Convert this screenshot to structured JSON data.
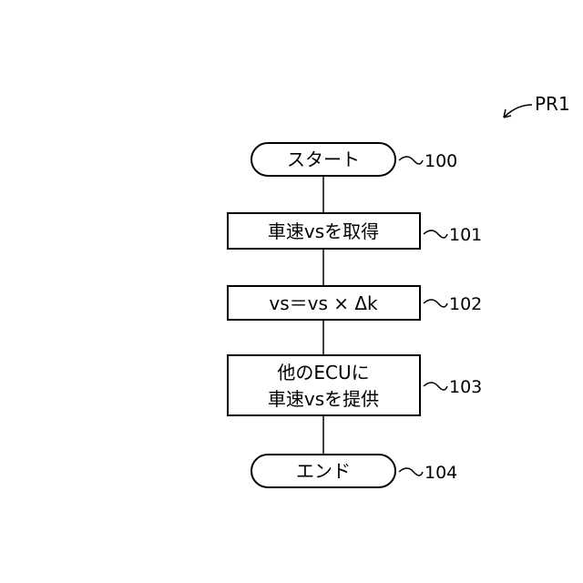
{
  "figure_label": "PR1",
  "steps": [
    {
      "ref": "100",
      "shape": "terminal",
      "lines": [
        "スタート"
      ]
    },
    {
      "ref": "101",
      "shape": "process",
      "lines": [
        "車速vsを取得"
      ]
    },
    {
      "ref": "102",
      "shape": "process",
      "lines": [
        "vs＝vs × Δk"
      ]
    },
    {
      "ref": "103",
      "shape": "process",
      "lines": [
        "他のECUに",
        "車速vsを提供"
      ]
    },
    {
      "ref": "104",
      "shape": "terminal",
      "lines": [
        "エンド"
      ]
    }
  ]
}
